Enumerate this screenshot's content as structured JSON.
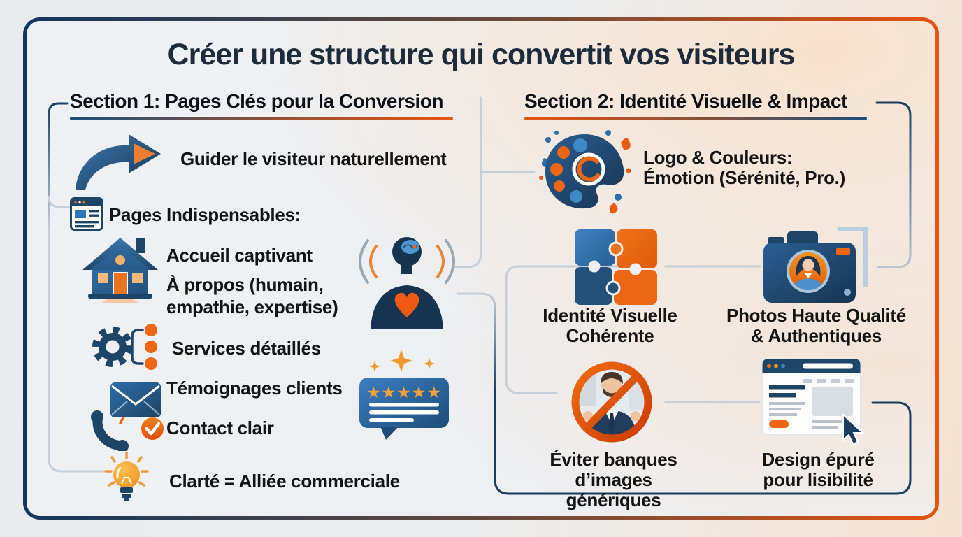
{
  "title": "Créer une structure qui convertit vos visiteurs",
  "section1": {
    "header": "Section 1: Pages Clés pour la Conversion",
    "intro": {
      "icon": "arrow-icon",
      "label": "Guider le visiteur naturellement"
    },
    "subheader": {
      "icon": "webpage-icon",
      "label": "Pages Indispensables:"
    },
    "items": [
      {
        "icon": "house-icon",
        "label": "Accueil captivant"
      },
      {
        "icon": "house-icon",
        "label": "À propos (humain,\nempathie, expertise)"
      },
      {
        "icon": "gear-list-icon",
        "label": "Services détaillés"
      },
      {
        "icon": "phone-envelope-icon",
        "label": "Témoignages clients"
      },
      {
        "icon": "phone-envelope-icon",
        "label": "Contact clair"
      }
    ],
    "footer": {
      "icon": "lightbulb-icon",
      "label": "Clarté = Alliée commerciale"
    }
  },
  "section2": {
    "header": "Section 2: Identité Visuelle & Impact",
    "items": [
      {
        "icon": "palette-icon",
        "label": "Logo & Couleurs:\nÉmotion (Sérénité, Pro.)"
      },
      {
        "icon": "puzzle-icon",
        "label": "Identité Visuelle\nCohérente"
      },
      {
        "icon": "camera-icon",
        "label": "Photos Haute Qualité\n& Authentiques"
      },
      {
        "icon": "no-stock-photo-icon",
        "label": "Éviter banques\nd’images génériques"
      },
      {
        "icon": "clean-design-icon",
        "label": "Design épuré\npour lisibilité"
      }
    ]
  },
  "decorative_icons": [
    "brain-heart-person-icon",
    "five-star-review-icon"
  ],
  "colors": {
    "navy": "#16344F",
    "blue": "#2E6DA6",
    "orange": "#ED5A0E",
    "title_navy": "#1E2B3A",
    "connector_gray": "#C6D0DB"
  }
}
